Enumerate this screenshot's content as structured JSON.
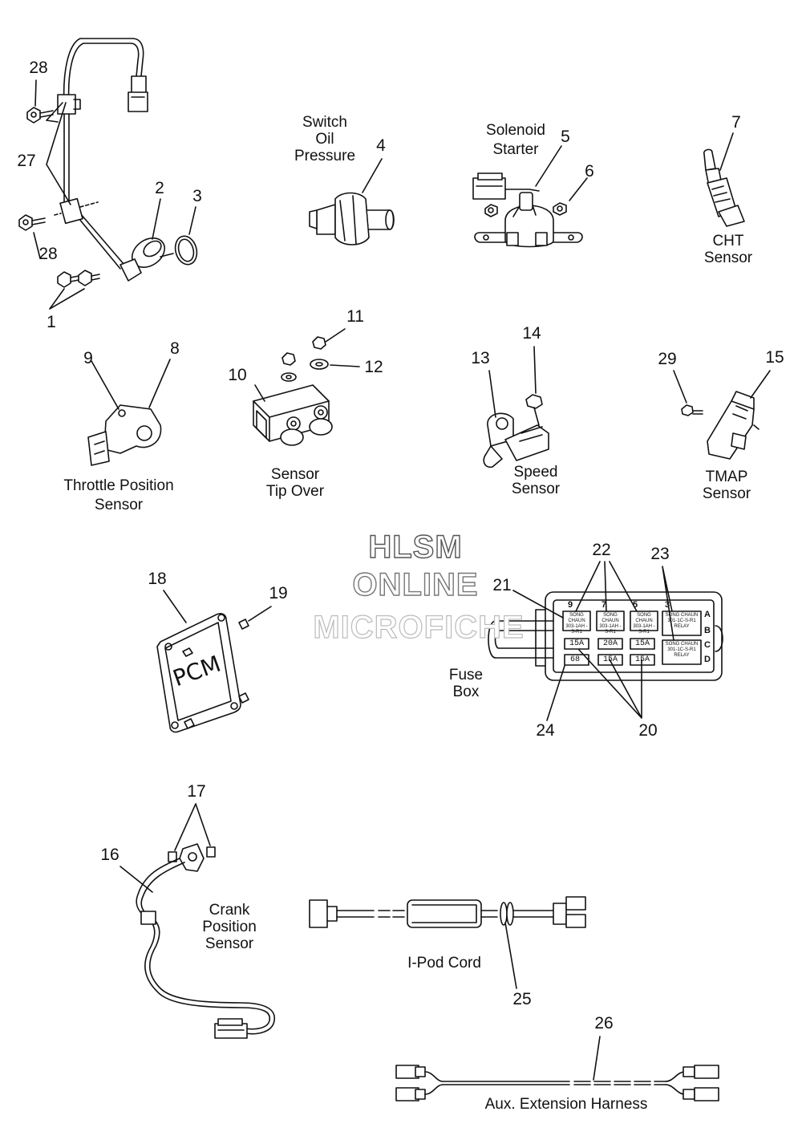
{
  "watermark": {
    "line1": "HLSM",
    "line2": "ONLINE",
    "line3": "MICROFICHE"
  },
  "labels": {
    "switch_oil_pressure": [
      "Switch",
      "Oil",
      "Pressure"
    ],
    "solenoid_starter": [
      "Solenoid",
      "Starter"
    ],
    "cht_sensor": [
      "CHT",
      "Sensor"
    ],
    "throttle_position_sensor": [
      "Throttle Position",
      "Sensor"
    ],
    "sensor_tip_over": [
      "Sensor",
      "Tip Over"
    ],
    "speed_sensor": [
      "Speed",
      "Sensor"
    ],
    "tmap_sensor": [
      "TMAP",
      "Sensor"
    ],
    "fuse_box": [
      "Fuse",
      "Box"
    ],
    "crank_position_sensor": [
      "Crank",
      "Position",
      "Sensor"
    ],
    "ipod_cord": "I-Pod Cord",
    "aux_extension_harness": "Aux. Extension Harness",
    "pcm": "PCM"
  },
  "callouts": [
    "28",
    "27",
    "28",
    "2",
    "3",
    "1",
    "4",
    "5",
    "6",
    "7",
    "9",
    "8",
    "11",
    "12",
    "10",
    "14",
    "13",
    "29",
    "15",
    "22",
    "23",
    "21",
    "18",
    "19",
    "24",
    "20",
    "17",
    "16",
    "25",
    "26"
  ],
  "fuse_box": {
    "column_numbers": [
      "9",
      "7",
      "5",
      "3"
    ],
    "row_letters": [
      "A",
      "B",
      "C",
      "D"
    ],
    "relays_top": [
      "SONG CHAUN 303-1AH -S-R1",
      "SONG CHAUN 303-1AH -S-R1",
      "SONG CHAUN 303-1AH -S-R1"
    ],
    "relay_right": [
      "SONG CHAUN 301-1C-S-R1 RELAY",
      "SONG CHAUN 301-1C-S-R1 RELAY"
    ],
    "fuses_row1": [
      "15A",
      "20A",
      "15A"
    ],
    "fuses_row2": [
      "68",
      "15A",
      "15A"
    ]
  }
}
